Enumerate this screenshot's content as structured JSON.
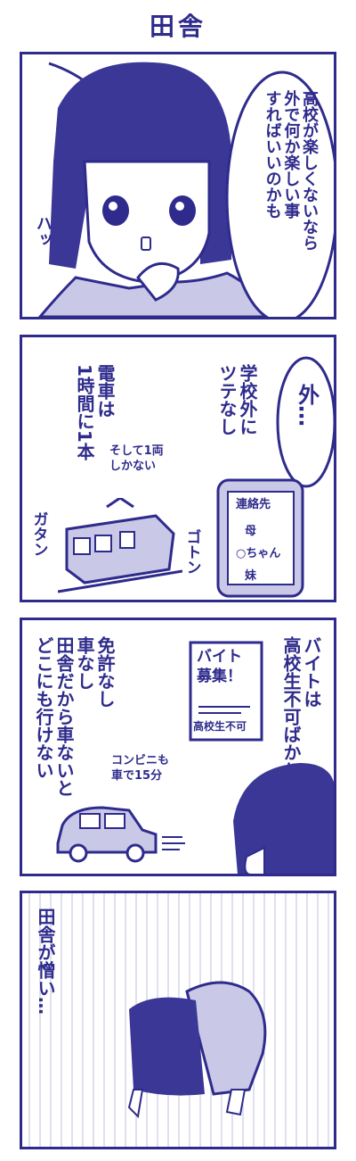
{
  "title": "田舎",
  "panel1": {
    "speech": "高校が楽しくないなら\n外で何か楽しい事\nすればいいのかも",
    "sfx": "ハッ"
  },
  "panel2": {
    "bubble": "外…",
    "narration1": "学校外に\nツテなし",
    "narration2": "電車は\n1時間に1本",
    "train_note": "そして1両\nしかない",
    "sfx_left": "ガタン",
    "sfx_right": "ゴトン",
    "phone_header": "連絡先",
    "phone_contacts": [
      "母",
      "○ちゃん",
      "妹"
    ]
  },
  "panel3": {
    "narration1": "バイトは\n高校生不可ばかり",
    "poster_title": "バイト\n募集！",
    "poster_note": "高校生不可",
    "narration2": "免許なし\n車なし\n田舎だから車ないと\nどこにも行けない",
    "car_note": "コンビニも\n車で15分"
  },
  "panel4": {
    "narration": "田舎が憎い…"
  },
  "colors": {
    "ink": "#2e2b8c",
    "tone": "#c9c8e6",
    "hair": "#3a3796"
  }
}
